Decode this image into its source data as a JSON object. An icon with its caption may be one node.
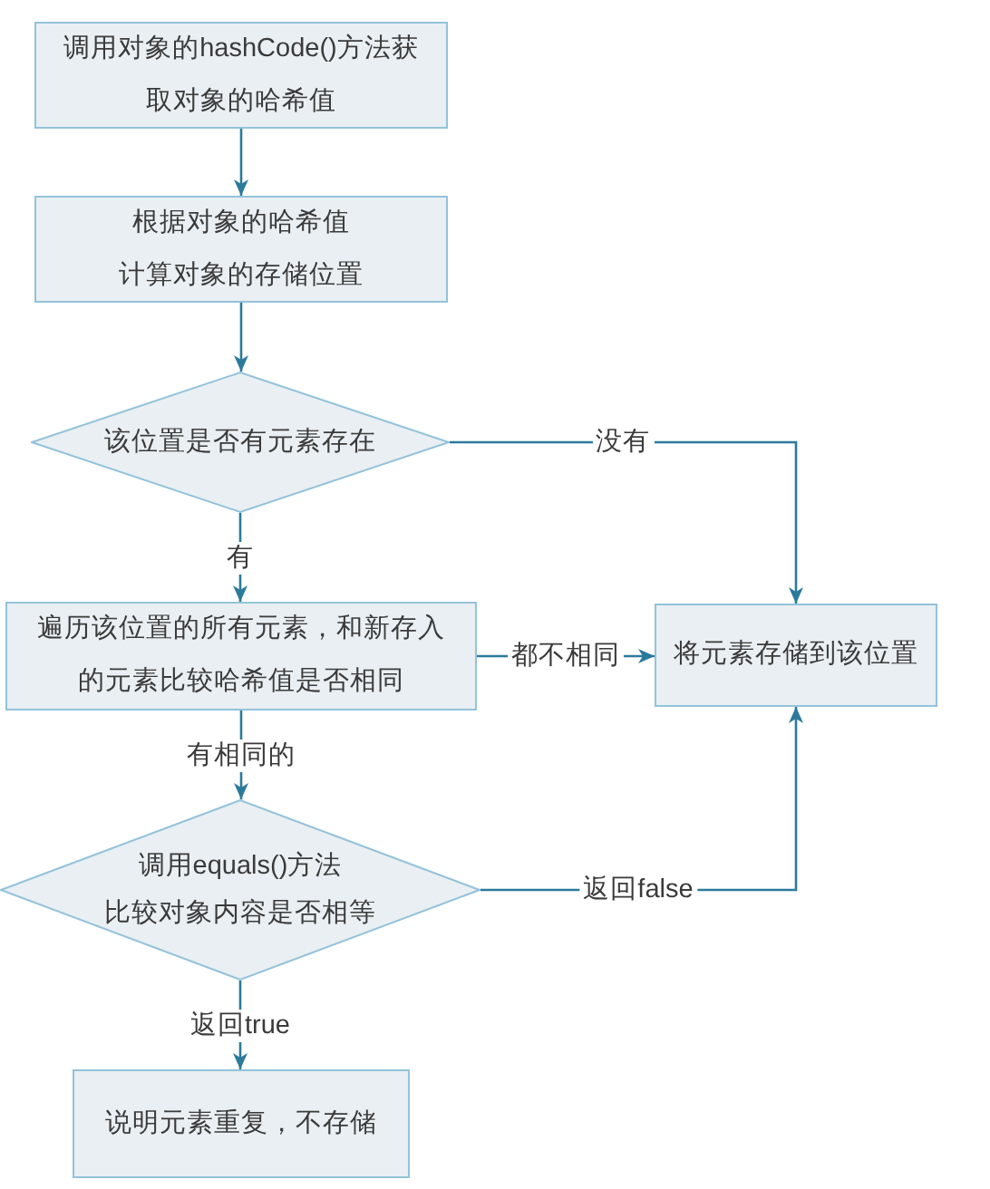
{
  "diagram": {
    "nodes": [
      {
        "text": [
          "调用对象的hashCode()方法获取对象的哈希值"
        ]
      },
      {
        "text": [
          "根据对象的哈希值",
          "计算对象的存储位置"
        ]
      },
      {
        "text": [
          "该位置是否有元素存在"
        ]
      },
      {
        "text": [
          "遍历该位置的所有元素，和新存入的元素比较哈希值是否相同"
        ]
      },
      {
        "text": [
          "将元素存储到该位置"
        ]
      },
      {
        "text": [
          "调用equals()方法",
          "比较对象内容是否相等"
        ]
      },
      {
        "text": [
          "说明元素重复，不存储"
        ]
      }
    ],
    "edges": [
      {
        "from": 0,
        "to": 1,
        "arrow": "to"
      },
      {
        "from": 1,
        "to": 2,
        "arrow": "to"
      },
      {
        "from": 2,
        "to": 4,
        "arrow": "to",
        "label": "没有"
      },
      {
        "from": 2,
        "to": 3,
        "arrow": "to",
        "label": "有"
      },
      {
        "from": 3,
        "to": 4,
        "arrow": "to",
        "label": "都不相同"
      },
      {
        "from": 3,
        "to": 5,
        "arrow": "to",
        "label": "有相同的"
      },
      {
        "from": 5,
        "to": 4,
        "arrow": "to",
        "label": "返回false"
      },
      {
        "from": 5,
        "to": 6,
        "arrow": "to",
        "label": "返回true"
      }
    ]
  }
}
